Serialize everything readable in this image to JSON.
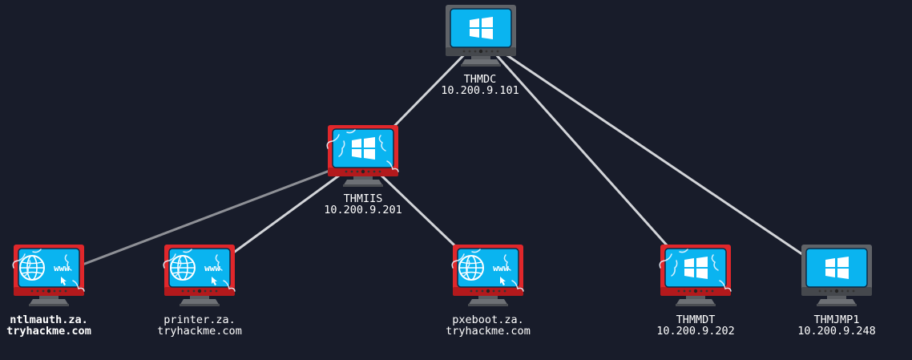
{
  "nodes": {
    "thmdc": {
      "name": "THMDC",
      "ip": "10.200.9.101",
      "state": "normal",
      "kind": "windows"
    },
    "thmiis": {
      "name": "THMIIS",
      "ip": "10.200.9.201",
      "state": "compromised",
      "kind": "windows"
    },
    "ntlmauth": {
      "line1": "ntlmauth.za.",
      "line2": "tryhackme.com",
      "state": "compromised",
      "kind": "web"
    },
    "printer": {
      "line1": "printer.za.",
      "line2": "tryhackme.com",
      "state": "compromised",
      "kind": "web"
    },
    "pxeboot": {
      "line1": "pxeboot.za.",
      "line2": "tryhackme.com",
      "state": "compromised",
      "kind": "web"
    },
    "thmmdt": {
      "name": "THMMDT",
      "ip": "10.200.9.202",
      "state": "compromised",
      "kind": "windows"
    },
    "thmjmp1": {
      "name": "THMJMP1",
      "ip": "10.200.9.248",
      "state": "normal",
      "kind": "windows"
    }
  },
  "links": [
    {
      "from": "thmdc",
      "to": "thmiis"
    },
    {
      "from": "thmdc",
      "to": "thmmdt"
    },
    {
      "from": "thmdc",
      "to": "thmjmp1"
    },
    {
      "from": "thmiis",
      "to": "ntlmauth"
    },
    {
      "from": "thmiis",
      "to": "printer"
    },
    {
      "from": "thmiis",
      "to": "pxeboot"
    }
  ],
  "icons": {
    "windows": "windows-logo-icon",
    "web": "globe-www-icon"
  },
  "colors": {
    "background": "#181c2a",
    "normal_frame": "#606368",
    "compromised_frame": "#e0272b",
    "screen": "#0ab4f0",
    "link": "#d2d4d8",
    "label": "#ffffff"
  },
  "ui": {
    "www_text": "www"
  }
}
